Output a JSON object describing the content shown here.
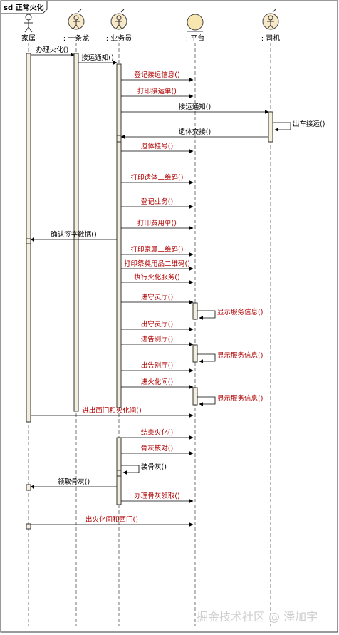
{
  "frame": {
    "title": "sd 正常火化"
  },
  "actors": [
    {
      "id": "family",
      "label": "家属",
      "kind": "actor"
    },
    {
      "id": "onestop",
      "label": ": 一条龙",
      "kind": "actor"
    },
    {
      "id": "clerk",
      "label": ": 业务员",
      "kind": "actor"
    },
    {
      "id": "platform",
      "label": ": 平台",
      "kind": "entity"
    },
    {
      "id": "driver",
      "label": ": 司机",
      "kind": "actor"
    }
  ],
  "messages": [
    {
      "label": "办理火化()",
      "from": "family",
      "to": "onestop",
      "style": "sync",
      "color": "#000000"
    },
    {
      "label": "接运通知()",
      "from": "onestop",
      "to": "clerk",
      "style": "sync",
      "color": "#000000"
    },
    {
      "label": "登记接运信息()",
      "from": "clerk",
      "to": "platform",
      "style": "sync",
      "color": "#b00000"
    },
    {
      "label": "打印接运单()",
      "from": "clerk",
      "to": "platform",
      "style": "sync",
      "color": "#b00000"
    },
    {
      "label": "接运通知()",
      "from": "clerk",
      "to": "driver",
      "style": "sync",
      "color": "#000000"
    },
    {
      "label": "出车接运()",
      "from": "driver",
      "to": "driver",
      "style": "self",
      "color": "#000000"
    },
    {
      "label": "遗体交接()",
      "from": "driver",
      "to": "clerk",
      "style": "sync",
      "color": "#000000"
    },
    {
      "label": "遗体挂号()",
      "from": "clerk",
      "to": "platform",
      "style": "sync",
      "color": "#b00000"
    },
    {
      "label": "打印遗体二维码()",
      "from": "clerk",
      "to": "platform",
      "style": "sync",
      "color": "#b00000"
    },
    {
      "label": "登记业务()",
      "from": "clerk",
      "to": "platform",
      "style": "sync",
      "color": "#b00000"
    },
    {
      "label": "打印费用单()",
      "from": "clerk",
      "to": "platform",
      "style": "sync",
      "color": "#b00000"
    },
    {
      "label": "确认签字数据()",
      "from": "clerk",
      "to": "family",
      "style": "sync",
      "color": "#000000"
    },
    {
      "label": "打印家属二维码()",
      "from": "clerk",
      "to": "platform",
      "style": "sync",
      "color": "#b00000"
    },
    {
      "label": "打印祭奠用品二维码()",
      "from": "clerk",
      "to": "platform",
      "style": "sync",
      "color": "#b00000"
    },
    {
      "label": "执行火化服务()",
      "from": "clerk",
      "to": "platform",
      "style": "sync",
      "color": "#b00000"
    },
    {
      "label": "进守灵厅()",
      "from": "clerk",
      "to": "platform",
      "style": "sync",
      "color": "#b00000"
    },
    {
      "label": "显示服务信息()",
      "from": "platform",
      "to": "platform",
      "style": "self",
      "color": "#b00000"
    },
    {
      "label": "出守灵厅()",
      "from": "clerk",
      "to": "platform",
      "style": "sync",
      "color": "#b00000"
    },
    {
      "label": "进告别厅()",
      "from": "clerk",
      "to": "platform",
      "style": "sync",
      "color": "#b00000"
    },
    {
      "label": "显示服务信息()",
      "from": "platform",
      "to": "platform",
      "style": "self",
      "color": "#b00000"
    },
    {
      "label": "出告别厅()",
      "from": "clerk",
      "to": "platform",
      "style": "sync",
      "color": "#b00000"
    },
    {
      "label": "进火化间()",
      "from": "clerk",
      "to": "platform",
      "style": "sync",
      "color": "#b00000"
    },
    {
      "label": "显示服务信息()",
      "from": "platform",
      "to": "platform",
      "style": "self",
      "color": "#b00000"
    },
    {
      "label": "进出西门和火化间()",
      "from": "family",
      "to": "platform",
      "style": "sync",
      "color": "#b00000"
    },
    {
      "label": "结束火化()",
      "from": "clerk",
      "to": "platform",
      "style": "sync",
      "color": "#b00000"
    },
    {
      "label": "骨灰核对()",
      "from": "clerk",
      "to": "platform",
      "style": "sync",
      "color": "#b00000"
    },
    {
      "label": "装骨灰()",
      "from": "clerk",
      "to": "clerk",
      "style": "self",
      "color": "#000000"
    },
    {
      "label": "领取骨灰()",
      "from": "clerk",
      "to": "family",
      "style": "sync",
      "color": "#000000"
    },
    {
      "label": "办理骨灰领取()",
      "from": "clerk",
      "to": "platform",
      "style": "sync",
      "color": "#b00000"
    },
    {
      "label": "出火化间和西门()",
      "from": "family",
      "to": "platform",
      "style": "sync",
      "color": "#b00000"
    }
  ],
  "watermark": "掘金技术社区 @ 潘加宇",
  "colors": {
    "line": "#000000",
    "activation_fill": "#f4eedc",
    "highlight_text": "#b00000",
    "actor_fill": "#f7e8c8",
    "entity_fill": "#f8e6b0"
  }
}
